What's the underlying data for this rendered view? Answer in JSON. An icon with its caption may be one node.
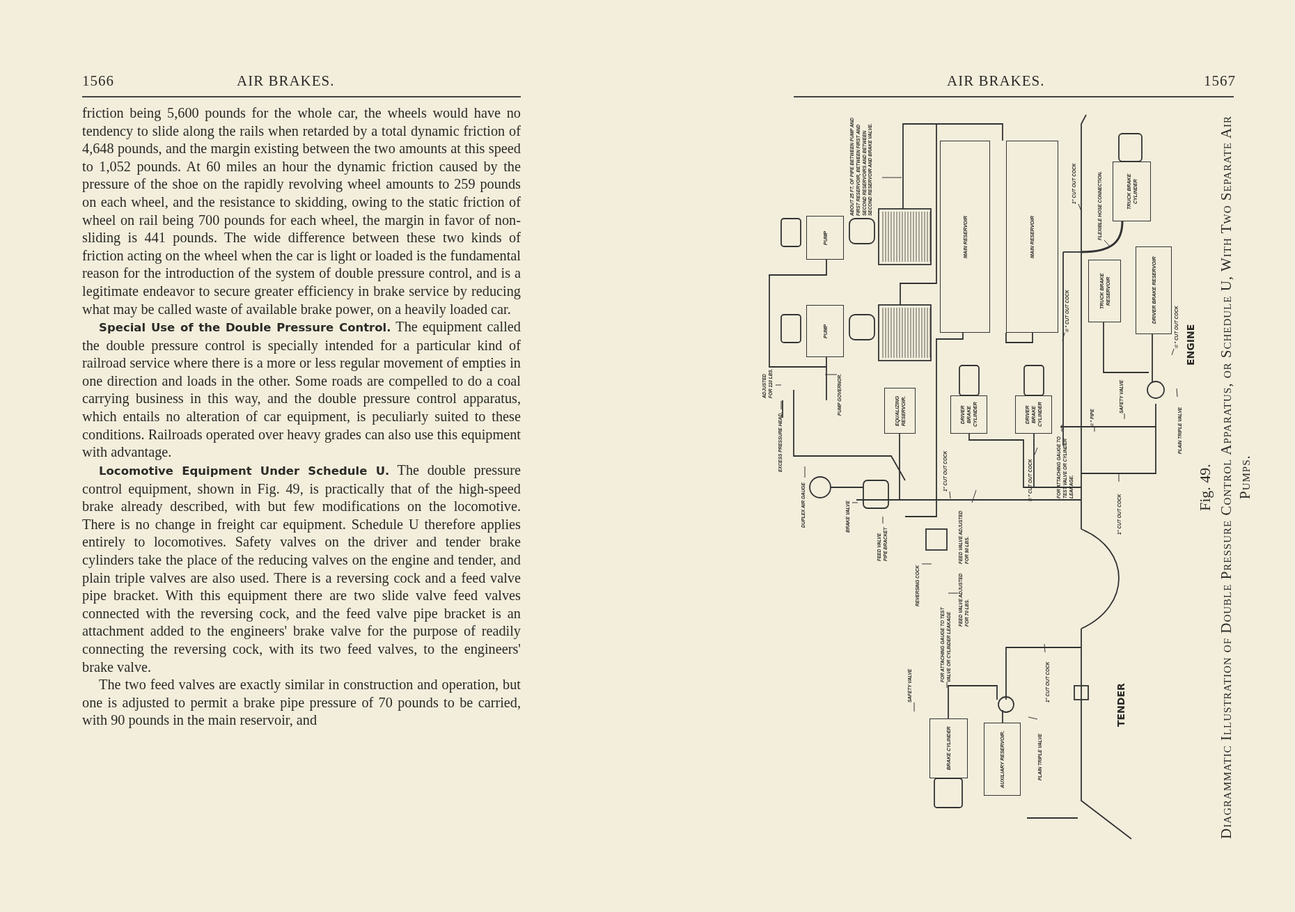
{
  "diagram": {
    "caption": "Diagrammatic Illustration of Double Pressure Control Apparatus, or Schedule U, With Two Separate Air Pumps.",
    "nodes": [
      {
        "text": [
          "PUMP"
        ]
      },
      {
        "text": [
          "PUMP"
        ]
      },
      {
        "text": [
          "MAIN RESERVOIR"
        ]
      },
      {
        "text": [
          "MAIN RESERVOIR"
        ]
      },
      {
        "text": [
          "EQUALIZING RESERVOIR."
        ]
      },
      {
        "text": [
          "DRIVER BRAKE CYLINDER"
        ]
      },
      {
        "text": [
          "DRIVER BRAKE CYLINDER"
        ]
      },
      {
        "text": [
          "TRUCK BRAKE CYLINDER"
        ]
      },
      {
        "text": [
          "TRUCK BRAKE RESERVOIR"
        ]
      },
      {
        "text": [
          "DRIVER BRAKE RESERVOIR"
        ]
      },
      {
        "text": [
          "BRAKE CYLINDER"
        ]
      },
      {
        "text": [
          "AUXILIARY RESERVOIR."
        ]
      },
      {
        "text": [
          "ABOUT 25 FT. OF PIPE BETWEEN PUMP AND FIRST RESERVOIR, BETWEEN FIRST AND SECOND RESERVOIRS AND BETWEEN SECOND RESERVOIR AND BRAKE VALVE."
        ]
      },
      {
        "text": [
          "ADJUSTED FOR 110 LBS."
        ]
      },
      {
        "text": [
          "EXCESS PRESSURE HEAD."
        ]
      },
      {
        "text": [
          "PUMP GOVERNOR."
        ]
      },
      {
        "text": [
          "DUPLEX AIR GAUGE"
        ]
      },
      {
        "text": [
          "BRAKE VALVE"
        ]
      },
      {
        "text": [
          "FEED VALVE PIPE BRACKET"
        ]
      },
      {
        "text": [
          "REVERSING COCK"
        ]
      },
      {
        "text": [
          "FEED VALVE ADJUSTED FOR 90 LBS."
        ]
      },
      {
        "text": [
          "FEED VALVE ADJUSTED FOR 70 LBS."
        ]
      },
      {
        "text": [
          "1\" CUT OUT COCK"
        ]
      },
      {
        "text": [
          "FOR ATTACHING GAUGE TO TEST VALVE OR CYLINDER LEAKAGE"
        ]
      },
      {
        "text": [
          "SAFETY VALVE"
        ]
      },
      {
        "text": [
          "1\" CUT OUT COCK"
        ]
      },
      {
        "text": [
          "FLEXIBLE HOSE CONNECTION."
        ]
      },
      {
        "text": [
          "½\" CUT OUT COCK"
        ]
      },
      {
        "text": [
          "½\" CUT OUT COCK"
        ]
      },
      {
        "text": [
          "SAFETY VALVE"
        ]
      },
      {
        "text": [
          "½\" PIPE"
        ]
      },
      {
        "text": [
          "PLAIN TRIPLE VALVE"
        ]
      },
      {
        "text": [
          "½\" CUT OUT COCK"
        ]
      },
      {
        "text": [
          "FOR ATTACHING GAUGE TO TEST VALVE OR CYLINDER LEAKAGE."
        ]
      },
      {
        "text": [
          "1\" CUT OUT COCK"
        ]
      },
      {
        "text": [
          "1\" CUT OUT COCK"
        ]
      },
      {
        "text": [
          "PLAIN TRIPLE VALVE"
        ]
      }
    ],
    "edges": [
      {
        "from": 12,
        "to": null,
        "arrow": "none"
      },
      {
        "from": 13,
        "to": null,
        "arrow": "none"
      },
      {
        "from": 14,
        "to": null,
        "arrow": "none"
      },
      {
        "from": 15,
        "to": null,
        "arrow": "none"
      },
      {
        "from": 16,
        "to": null,
        "arrow": "none"
      },
      {
        "from": 17,
        "to": null,
        "arrow": "none"
      },
      {
        "from": 18,
        "to": null,
        "arrow": "none"
      },
      {
        "from": 19,
        "to": null,
        "arrow": "none"
      },
      {
        "from": 20,
        "to": null,
        "arrow": "none"
      },
      {
        "from": 21,
        "to": null,
        "arrow": "none"
      },
      {
        "from": 22,
        "to": null,
        "arrow": "none"
      },
      {
        "from": 23,
        "to": null,
        "arrow": "none"
      },
      {
        "from": 24,
        "to": null,
        "arrow": "none"
      },
      {
        "from": 25,
        "to": null,
        "arrow": "none"
      },
      {
        "from": 26,
        "to": null,
        "arrow": "none"
      },
      {
        "from": 27,
        "to": null,
        "arrow": "none"
      },
      {
        "from": 28,
        "to": null,
        "arrow": "none"
      },
      {
        "from": 29,
        "to": null,
        "arrow": "none"
      },
      {
        "from": 30,
        "to": null,
        "arrow": "none"
      },
      {
        "from": 31,
        "to": null,
        "arrow": "none"
      },
      {
        "from": 32,
        "to": null,
        "arrow": "none"
      },
      {
        "from": 33,
        "to": null,
        "arrow": "none"
      },
      {
        "from": 34,
        "to": null,
        "arrow": "none"
      },
      {
        "from": 35,
        "to": null,
        "arrow": "none"
      },
      {
        "from": 36,
        "to": null,
        "arrow": "none"
      }
    ],
    "labels": [
      "1566",
      "AIR BRAKES.",
      "friction being 5,600 pounds for the whole car, the wheels would have no tendency to slide along the rails when retarded by a total dynamic friction of 4,648 pounds, and the margin existing between the two amounts at this speed to 1,052 pounds. At 60 miles an hour the dynamic friction caused by the pressure of the shoe on the rapidly revolving wheel amounts to 259 pounds on each wheel, and the resistance to skidding, owing to the static friction of wheel on rail being 700 pounds for each wheel, the margin in favor of non-sliding is 441 pounds. The wide difference between these two kinds of friction acting on the wheel when the car is light or loaded is the fundamental reason for the introduction of the system of double pressure control, and is a legitimate endeavor to secure greater efficiency in brake service by reducing what may be called waste of available brake power, on a heavily loaded car.",
      "**Special Use of the Double Pressure Control.** The equipment called the double pressure control is specially intended for a particular kind of railroad service where there is a more or less regular movement of empties in one direction and loads in the other. Some roads are compelled to do a coal carrying business in this way, and the double pressure control apparatus, which entails no alteration of car equipment, is peculiarly suited to these conditions. Railroads operated over heavy grades can also use this equipment with advantage.",
      "**Locomotive Equipment Under Schedule U.** The double pressure control equipment, shown in Fig. 49, is practically that of the high-speed brake already described, with but few modifications on the locomotive. There is no change in freight car equipment. Schedule U therefore applies entirely to locomotives. Safety valves on the driver and tender brake cylinders take the place of the reducing valves on the engine and tender, and plain triple valves are also used. There is a reversing cock and a feed valve pipe bracket. With this equipment there are two slide valve feed valves connected with the reversing cock, and the feed valve pipe bracket is an attachment added to the engineers' brake valve for the purpose of readily connecting the reversing cock, with its two feed valves, to the engineers' brake valve.",
      "The two feed valves are exactly similar in construction and operation, but one is adjusted to permit a brake pipe pressure of 70 pounds to be carried, with 90 pounds in the main reservoir, and",
      "AIR BRAKES.",
      "1567",
      "ENGINE",
      "TENDER",
      "Fig. 49."
    ]
  }
}
